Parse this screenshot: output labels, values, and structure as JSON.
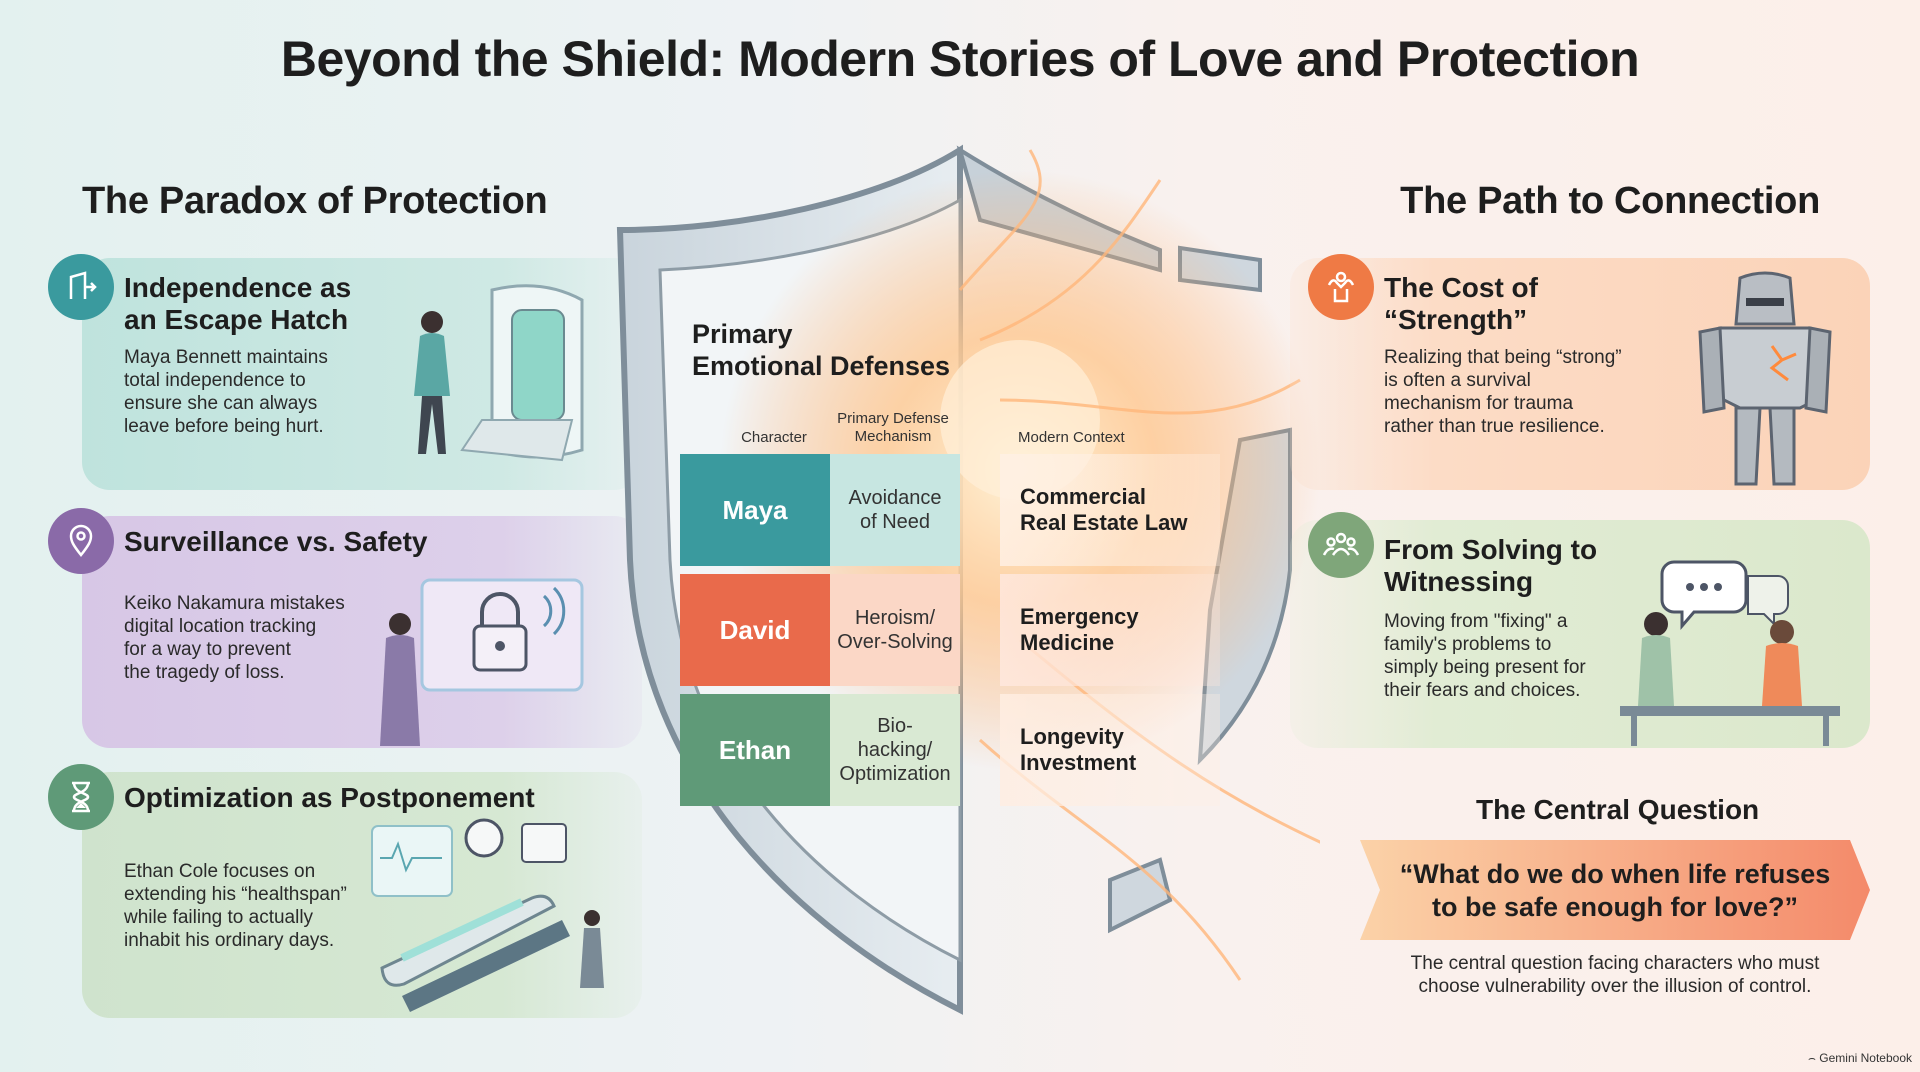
{
  "title": "Beyond the Shield: Modern Stories of Love and Protection",
  "left": {
    "title": "The Paradox of Protection",
    "cards": [
      {
        "heading": "Independence as an Escape Hatch",
        "heading_lines": [
          "Independence as",
          "an Escape Hatch"
        ],
        "body_lines": [
          "Maya Bennett maintains",
          "total independence to",
          "ensure she can always",
          "leave before being hurt."
        ],
        "icon": "door-exit-icon"
      },
      {
        "heading": "Surveillance vs. Safety",
        "heading_lines": [
          "Surveillance vs. Safety"
        ],
        "body_lines": [
          "Keiko Nakamura mistakes",
          "digital location tracking",
          "for a way to prevent",
          "the tragedy of loss."
        ],
        "icon": "location-pin-icon"
      },
      {
        "heading": "Optimization as Postponement",
        "heading_lines": [
          "Optimization as Postponement"
        ],
        "body_lines": [
          "Ethan Cole focuses on",
          "extending his “healthspan”",
          "while failing to actually",
          "inhabit his ordinary days."
        ],
        "icon": "hourglass-icon"
      }
    ]
  },
  "right": {
    "title": "The Path to Connection",
    "cards": [
      {
        "heading": "The Cost of “Strength”",
        "heading_lines": [
          "The Cost of",
          "“Strength”"
        ],
        "body_lines": [
          "Realizing that being “strong”",
          "is often a survival",
          "mechanism for trauma",
          "rather than true resilience."
        ],
        "icon": "flexing-arms-icon"
      },
      {
        "heading": "From Solving to Witnessing",
        "heading_lines": [
          "From Solving to",
          "Witnessing"
        ],
        "body_lines": [
          "Moving from \"fixing\" a",
          "family's problems to",
          "simply being present for",
          "their fears and choices."
        ],
        "icon": "people-group-icon"
      }
    ],
    "question": {
      "title": "The Central Question",
      "quote_lines": [
        "“What do we do when life refuses",
        "to be safe enough for love?”"
      ],
      "caption_lines": [
        "The central question facing characters who must",
        "choose vulnerability over the illusion of control."
      ]
    }
  },
  "table": {
    "title_lines": [
      "Primary",
      "Emotional Defenses"
    ],
    "headers": {
      "character": "Character",
      "mechanism_lines": [
        "Primary Defense",
        "Mechanism"
      ],
      "context": "Modern Context"
    },
    "rows": [
      {
        "character": "Maya",
        "mechanism_lines": [
          "Avoidance",
          "of Need"
        ],
        "context_lines": [
          "Commercial",
          "Real Estate Law"
        ]
      },
      {
        "character": "David",
        "mechanism_lines": [
          "Heroism/",
          "Over-Solving"
        ],
        "context_lines": [
          "Emergency",
          "Medicine"
        ]
      },
      {
        "character": "Ethan",
        "mechanism_lines": [
          "Bio-",
          "hacking/",
          "Optimization"
        ],
        "context_lines": [
          "Longevity",
          "Investment"
        ]
      }
    ]
  },
  "colors": {
    "teal": "#3a9a9e",
    "purple": "#8a6aa8",
    "green": "#5f9a78",
    "orange": "#ef7a45",
    "red": "#e96a4b",
    "sage": "#7fa67a",
    "card_teal": "#bfe3dd",
    "card_purple": "#d7c7e6",
    "card_green": "#cfe3cd",
    "card_orange": "#fbd3b8",
    "card_sage": "#dbe8cc"
  },
  "footer": "Gemini Notebook"
}
